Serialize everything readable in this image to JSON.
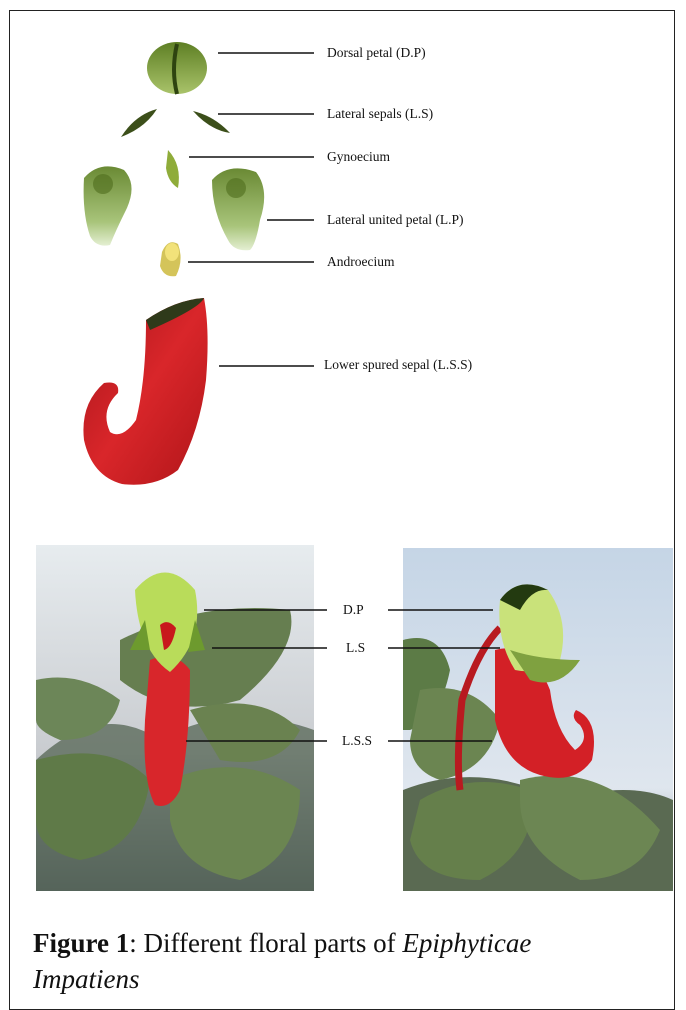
{
  "parts_labels": {
    "dorsal_petal": "Dorsal petal (D.P)",
    "lateral_sepals": "Lateral sepals (L.S)",
    "gynoecium": "Gynoecium",
    "lateral_united_petal": "Lateral united petal (L.P)",
    "androecium": "Androecium",
    "lower_spured_sepal": "Lower spured sepal (L.S.S)"
  },
  "photo_labels": {
    "dp": "D.P",
    "ls": "L.S",
    "lss": "L.S.S"
  },
  "caption": {
    "label": "Figure 1",
    "separator": ": Different floral parts of ",
    "species_line1": "Epiphyticae",
    "species_line2": "Impatiens"
  },
  "colors": {
    "petal_green": "#6f8f2e",
    "spur_red": "#c8181c",
    "leaf_green": "#5f7a48",
    "sky": "#cfd9e4"
  }
}
